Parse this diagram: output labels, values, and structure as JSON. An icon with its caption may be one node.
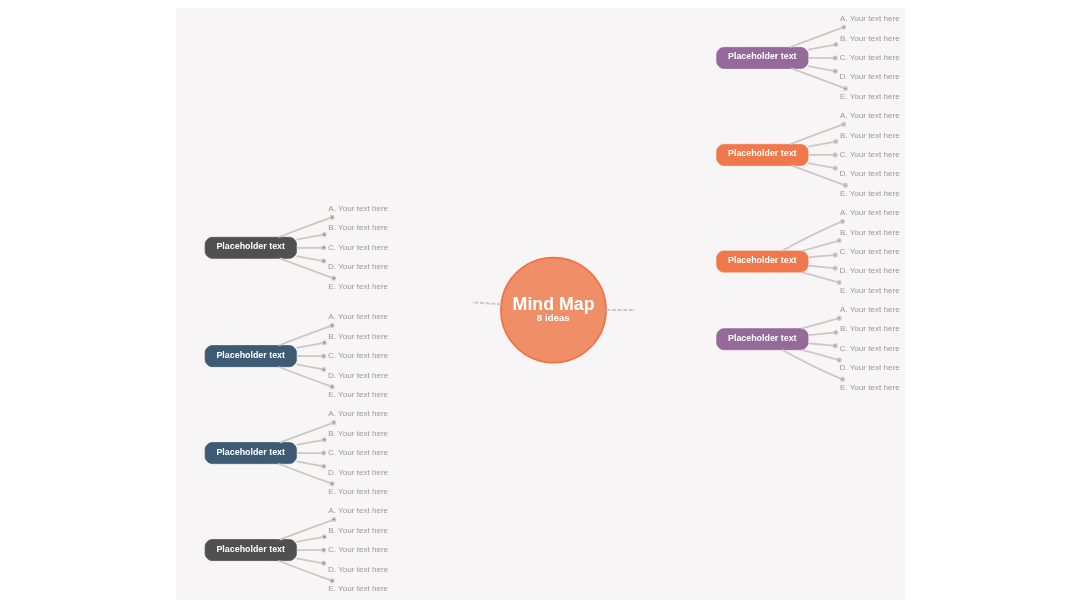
{
  "diagram": {
    "nodes": [
      {
        "text": [
          "Mind Map",
          "8 ideas"
        ]
      },
      {
        "text": [
          "Placeholder text"
        ]
      },
      {
        "text": [
          "A. Your text here"
        ]
      },
      {
        "text": [
          "B. Your text here"
        ]
      },
      {
        "text": [
          "C. Your text here"
        ]
      },
      {
        "text": [
          "D. Your text here"
        ]
      },
      {
        "text": [
          "E. Your text here"
        ]
      },
      {
        "text": [
          "Placeholder text"
        ]
      },
      {
        "text": [
          "A. Your text here"
        ]
      },
      {
        "text": [
          "B. Your text here"
        ]
      },
      {
        "text": [
          "C. Your text here"
        ]
      },
      {
        "text": [
          "D. Your text here"
        ]
      },
      {
        "text": [
          "E. Your text here"
        ]
      },
      {
        "text": [
          "Placeholder text"
        ]
      },
      {
        "text": [
          "A. Your text here"
        ]
      },
      {
        "text": [
          "B. Your text here"
        ]
      },
      {
        "text": [
          "C. Your text here"
        ]
      },
      {
        "text": [
          "D. Your text here"
        ]
      },
      {
        "text": [
          "E. Your text here"
        ]
      },
      {
        "text": [
          "Placeholder text"
        ]
      },
      {
        "text": [
          "A. Your text here"
        ]
      },
      {
        "text": [
          "B. Your text here"
        ]
      },
      {
        "text": [
          "C. Your text here"
        ]
      },
      {
        "text": [
          "D. Your text here"
        ]
      },
      {
        "text": [
          "E. Your text here"
        ]
      },
      {
        "text": [
          "Placeholder text"
        ]
      },
      {
        "text": [
          "A. Your text here"
        ]
      },
      {
        "text": [
          "B. Your text here"
        ]
      },
      {
        "text": [
          "C. Your text here"
        ]
      },
      {
        "text": [
          "D. Your text here"
        ]
      },
      {
        "text": [
          "E. Your text here"
        ]
      },
      {
        "text": [
          "Placeholder text"
        ]
      },
      {
        "text": [
          "A. Your text here"
        ]
      },
      {
        "text": [
          "B. Your text here"
        ]
      },
      {
        "text": [
          "C. Your text here"
        ]
      },
      {
        "text": [
          "D. Your text here"
        ]
      },
      {
        "text": [
          "E. Your text here"
        ]
      },
      {
        "text": [
          "Placeholder text"
        ]
      },
      {
        "text": [
          "A. Your text here"
        ]
      },
      {
        "text": [
          "B. Your text here"
        ]
      },
      {
        "text": [
          "C. Your text here"
        ]
      },
      {
        "text": [
          "D. Your text here"
        ]
      },
      {
        "text": [
          "E. Your text here"
        ]
      },
      {
        "text": [
          "Placeholder text"
        ]
      },
      {
        "text": [
          "A. Your text here"
        ]
      },
      {
        "text": [
          "B. Your text here"
        ]
      },
      {
        "text": [
          "C. Your text here"
        ]
      },
      {
        "text": [
          "D. Your text here"
        ]
      },
      {
        "text": [
          "E. Your text here"
        ]
      }
    ],
    "edges": [
      {
        "from": 1,
        "to": 2,
        "arrow": "other"
      },
      {
        "from": 1,
        "to": 3,
        "arrow": "other"
      },
      {
        "from": 1,
        "to": 4,
        "arrow": "other"
      },
      {
        "from": 1,
        "to": 5,
        "arrow": "other"
      },
      {
        "from": 1,
        "to": 6,
        "arrow": "other"
      },
      {
        "from": 7,
        "to": 8,
        "arrow": "other"
      },
      {
        "from": 7,
        "to": 9,
        "arrow": "other"
      },
      {
        "from": 7,
        "to": 10,
        "arrow": "other"
      },
      {
        "from": 7,
        "to": 11,
        "arrow": "other"
      },
      {
        "from": 7,
        "to": 12,
        "arrow": "other"
      },
      {
        "from": 13,
        "to": 14,
        "arrow": "other"
      },
      {
        "from": 13,
        "to": 15,
        "arrow": "other"
      },
      {
        "from": 13,
        "to": 16,
        "arrow": "other"
      },
      {
        "from": 13,
        "to": 17,
        "arrow": "other"
      },
      {
        "from": 13,
        "to": 18,
        "arrow": "other"
      },
      {
        "from": 19,
        "to": 20,
        "arrow": "other"
      },
      {
        "from": 19,
        "to": 21,
        "arrow": "other"
      },
      {
        "from": 19,
        "to": 22,
        "arrow": "other"
      },
      {
        "from": 19,
        "to": 23,
        "arrow": "other"
      },
      {
        "from": 19,
        "to": 24,
        "arrow": "other"
      },
      {
        "from": 25,
        "to": 26,
        "arrow": "other"
      },
      {
        "from": 25,
        "to": 27,
        "arrow": "other"
      },
      {
        "from": 25,
        "to": 28,
        "arrow": "other"
      },
      {
        "from": 25,
        "to": 29,
        "arrow": "other"
      },
      {
        "from": 25,
        "to": 30,
        "arrow": "other"
      },
      {
        "from": 31,
        "to": 32,
        "arrow": "other"
      },
      {
        "from": 31,
        "to": 33,
        "arrow": "other"
      },
      {
        "from": 31,
        "to": 34,
        "arrow": "other"
      },
      {
        "from": 31,
        "to": 35,
        "arrow": "other"
      },
      {
        "from": 31,
        "to": 36,
        "arrow": "other"
      },
      {
        "from": 37,
        "to": 38,
        "arrow": "other"
      },
      {
        "from": 37,
        "to": 39,
        "arrow": "other"
      },
      {
        "from": 37,
        "to": 40,
        "arrow": "other"
      },
      {
        "from": 37,
        "to": 41,
        "arrow": "other"
      },
      {
        "from": 37,
        "to": 42,
        "arrow": "other"
      },
      {
        "from": 43,
        "to": 44,
        "arrow": "other"
      },
      {
        "from": 43,
        "to": 45,
        "arrow": "other"
      },
      {
        "from": 43,
        "to": 46,
        "arrow": "other"
      },
      {
        "from": 43,
        "to": 47,
        "arrow": "other"
      },
      {
        "from": 43,
        "to": 48,
        "arrow": "other"
      },
      {
        "from": 0,
        "to": null,
        "arrow": "none",
        "style": "dashed"
      },
      {
        "from": 0,
        "to": null,
        "arrow": "none",
        "style": "dashed"
      }
    ]
  }
}
